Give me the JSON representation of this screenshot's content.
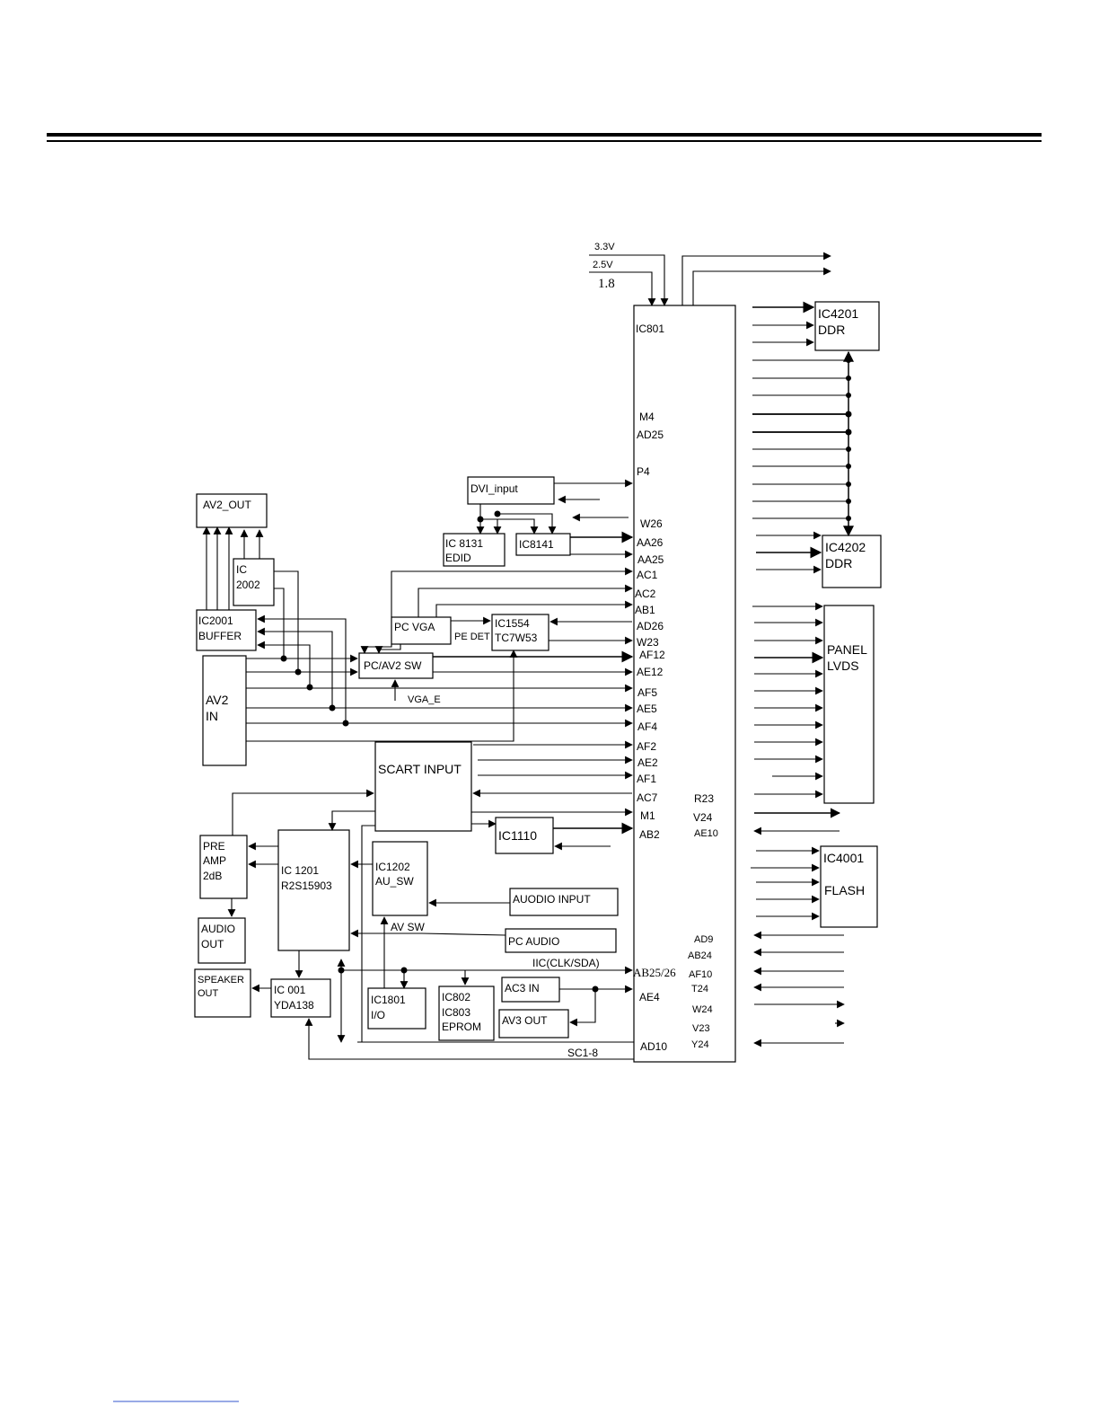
{
  "blocks": {
    "ic801": "IC801",
    "ic4201": [
      "IC4201",
      "DDR"
    ],
    "ic4202": [
      "IC4202",
      "DDR"
    ],
    "panel": [
      "PANEL",
      "LVDS"
    ],
    "ic4001": [
      "IC4001",
      "FLASH"
    ],
    "dvi": "DVI_input",
    "ic8131": [
      "IC 8131",
      "EDID"
    ],
    "ic8141": "IC8141",
    "av2out": "AV2_OUT",
    "ic2002": [
      "IC",
      "2002"
    ],
    "ic2001": [
      "IC2001",
      "BUFFER"
    ],
    "pcvga": "PC VGA",
    "ic1554": [
      "IC1554",
      "TC7W53"
    ],
    "pcav2sw": "PC/AV2 SW",
    "av2in": [
      "AV2",
      "IN"
    ],
    "scart": "SCART INPUT",
    "ic1110": "IC1110",
    "preamp": [
      "PRE",
      "AMP",
      "2dB"
    ],
    "ic1201": [
      "IC 1201",
      "R2S15903"
    ],
    "ic1202": [
      "IC1202",
      "AU_SW"
    ],
    "audioin": "AUODIO INPUT",
    "audioout": [
      "AUDIO",
      "OUT"
    ],
    "pcaudio": "PC AUDIO",
    "speaker": [
      "SPEAKER",
      "OUT"
    ],
    "ic001": [
      "IC 001",
      "YDA138"
    ],
    "ic1801": [
      "IC1801",
      " I/O"
    ],
    "ic802": [
      "IC802",
      "IC803",
      "EPROM"
    ],
    "ac3in": "AC3 IN",
    "av3out": "AV3 OUT"
  },
  "labels": {
    "v33": "3.3V",
    "v25": "2.5V",
    "v18": "1.8",
    "pe_det": "PE DET",
    "vga_e": "VGA_E",
    "av_sw": "AV SW",
    "iic": "IIC(CLK/SDA)",
    "sc18": "SC1-8"
  },
  "pins_left": [
    "M4",
    "AD25",
    "P4",
    "W26",
    "AA26",
    "AA25",
    "AC1",
    "AC2",
    "AB1",
    "AD26",
    "W23",
    "AF12",
    "AE12",
    "AF5",
    "AE5",
    "AF4",
    "AF2",
    "AE2",
    "AF1",
    "AC7",
    "M1",
    "AB2",
    "AB25/26",
    "AE4",
    "AD10"
  ],
  "pins_right": [
    "R23",
    "V24",
    "AE10",
    "AD9",
    "AB24",
    "AF10",
    "T24",
    "W24",
    "V23",
    "Y24"
  ]
}
